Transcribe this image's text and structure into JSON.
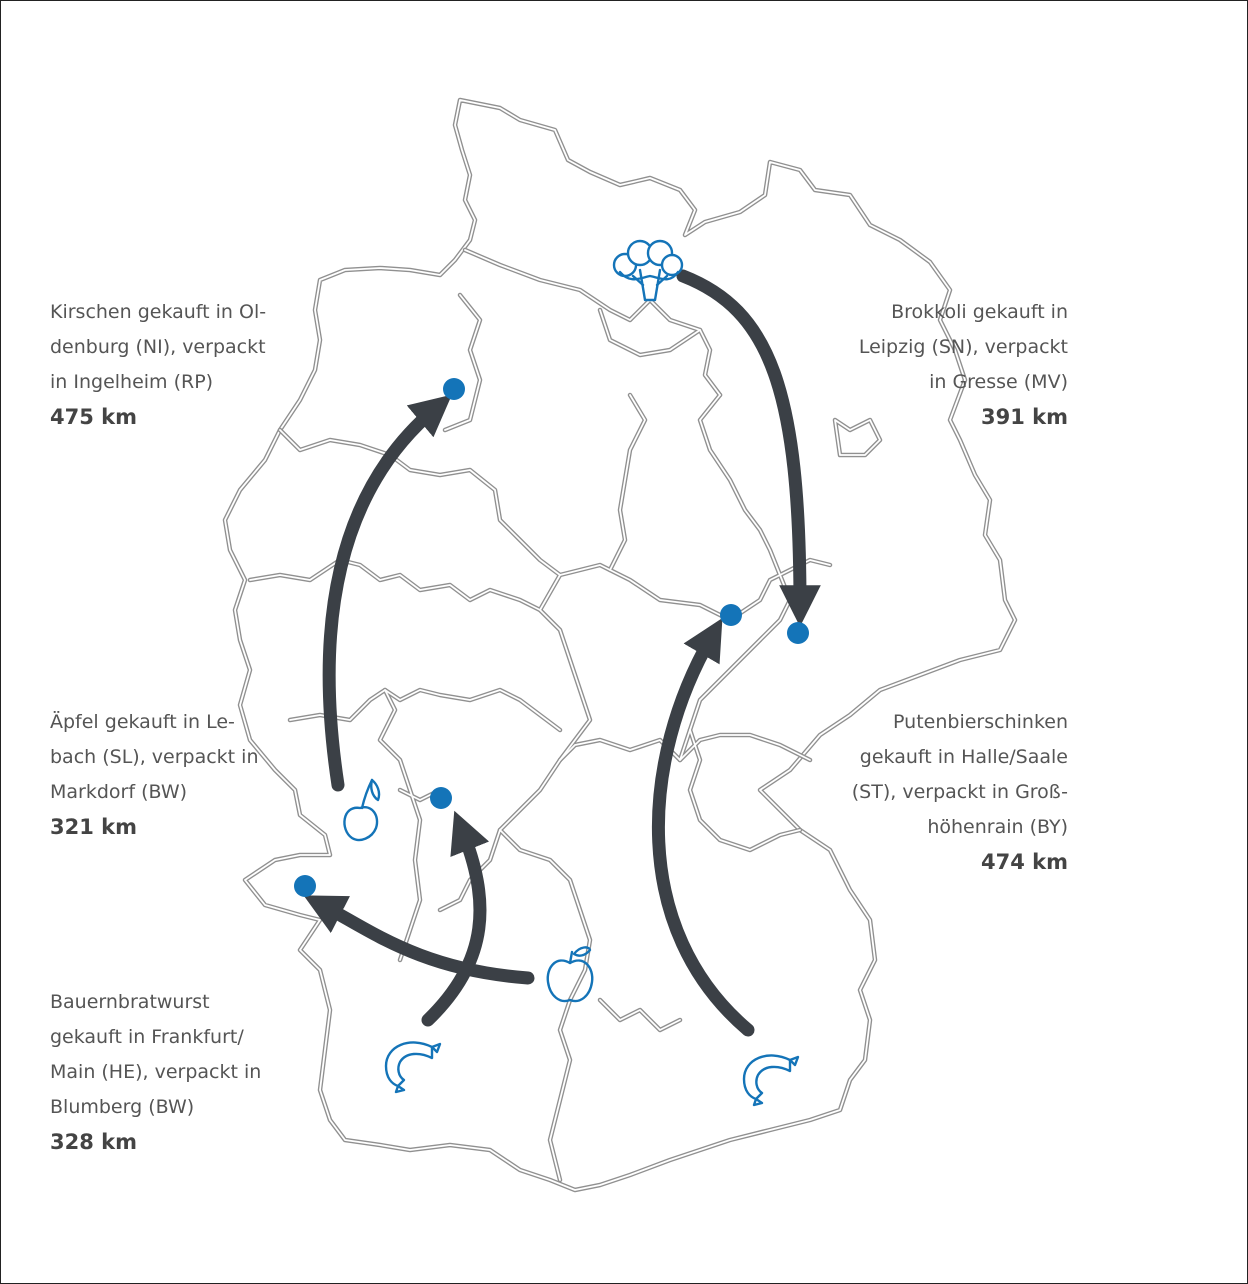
{
  "colors": {
    "arrow": "#3b4046",
    "marker": "#1474b8",
    "border": "#888888",
    "text": "#555555"
  },
  "icons": [
    "broccoli-icon",
    "cherry-icon",
    "apple-icon",
    "sausage-icon"
  ],
  "routes": [
    {
      "product": "Kirschen",
      "lines": [
        "Kirschen gekauft in Ol-",
        "denburg (NI), verpackt",
        "in Ingelheim (RP)"
      ],
      "distance": "475 km"
    },
    {
      "product": "Brokkoli",
      "lines": [
        "Brokkoli gekauft in",
        "Leipzig (SN), verpackt",
        "in Gresse (MV)"
      ],
      "distance": "391 km"
    },
    {
      "product": "Äpfel",
      "lines": [
        "Äpfel gekauft in Le-",
        "bach (SL), verpackt in",
        "Markdorf (BW)"
      ],
      "distance": "321 km"
    },
    {
      "product": "Putenbierschinken",
      "lines": [
        "Putenbierschinken",
        "gekauft in Halle/Saale",
        "(ST), verpackt in Groß-",
        "höhenrain (BY)"
      ],
      "distance": "474 km"
    },
    {
      "product": "Bauernbratwurst",
      "lines": [
        "Bauernbratwurst",
        "gekauft in Frankfurt/",
        "Main (HE), verpackt in",
        "Blumberg (BW)"
      ],
      "distance": "328 km"
    }
  ]
}
